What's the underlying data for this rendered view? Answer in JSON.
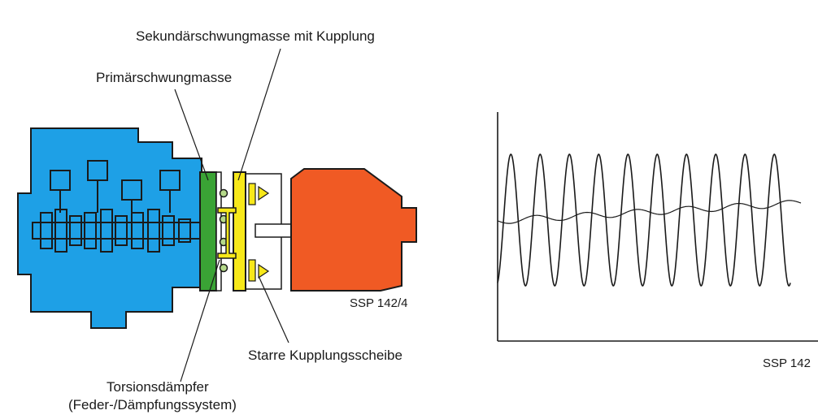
{
  "diagram": {
    "labels": {
      "secondary_mass": "Sekundärschwungmasse mit Kupplung",
      "primary_mass": "Primärschwungmasse",
      "rigid_disc": "Starre Kupplungsscheibe",
      "damper_line1": "Torsionsdämpfer",
      "damper_line2": "(Feder-/Dämpfungssystem)"
    },
    "reference_left": "SSP 142/4",
    "reference_right": "SSP 142",
    "colors": {
      "engine": "#1ea0e6",
      "primary_flywheel": "#3aa335",
      "secondary_flywheel": "#f7e81a",
      "gearbox": "#f05a24",
      "spring": "#b5d98a",
      "outline": "#1a1a1a"
    }
  },
  "chart_data": {
    "type": "line",
    "title": "",
    "xlabel": "",
    "ylabel": "",
    "series": [
      {
        "style": "large-oscillation",
        "cycles": 10,
        "amplitude": "large"
      },
      {
        "style": "damped-nearly-flat",
        "trend": "slowly rising",
        "amplitude": "small"
      }
    ]
  }
}
